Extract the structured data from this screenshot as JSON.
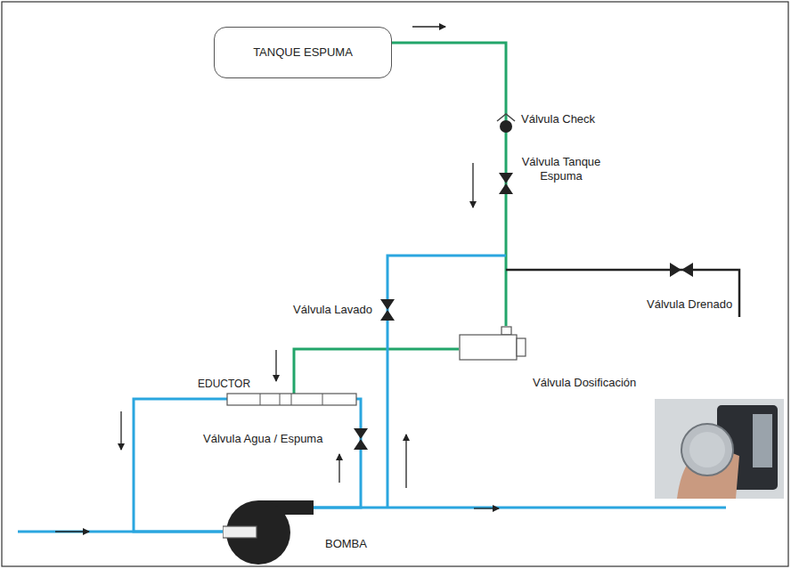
{
  "diagram": {
    "nodes": [
      {
        "text": [
          "TANQUE ESPUMA"
        ]
      },
      {
        "text": [
          "EDUCTOR"
        ]
      },
      {
        "text": [
          "Válvula Dosificación"
        ]
      },
      {
        "text": [
          "BOMBA"
        ]
      }
    ],
    "edges": [
      {
        "from": 0,
        "to": 2,
        "arrow": "none"
      },
      {
        "from": 2,
        "to": 1,
        "arrow": "none"
      },
      {
        "from": 3,
        "to": 1,
        "arrow": "none"
      },
      {
        "from": 1,
        "to": 3,
        "arrow": "none"
      }
    ],
    "labels": [
      "Válvula Check",
      "Válvula Tanque Espuma",
      "Válvula Lavado",
      "Válvula Drenado",
      "Válvula Agua / Espuma"
    ]
  }
}
